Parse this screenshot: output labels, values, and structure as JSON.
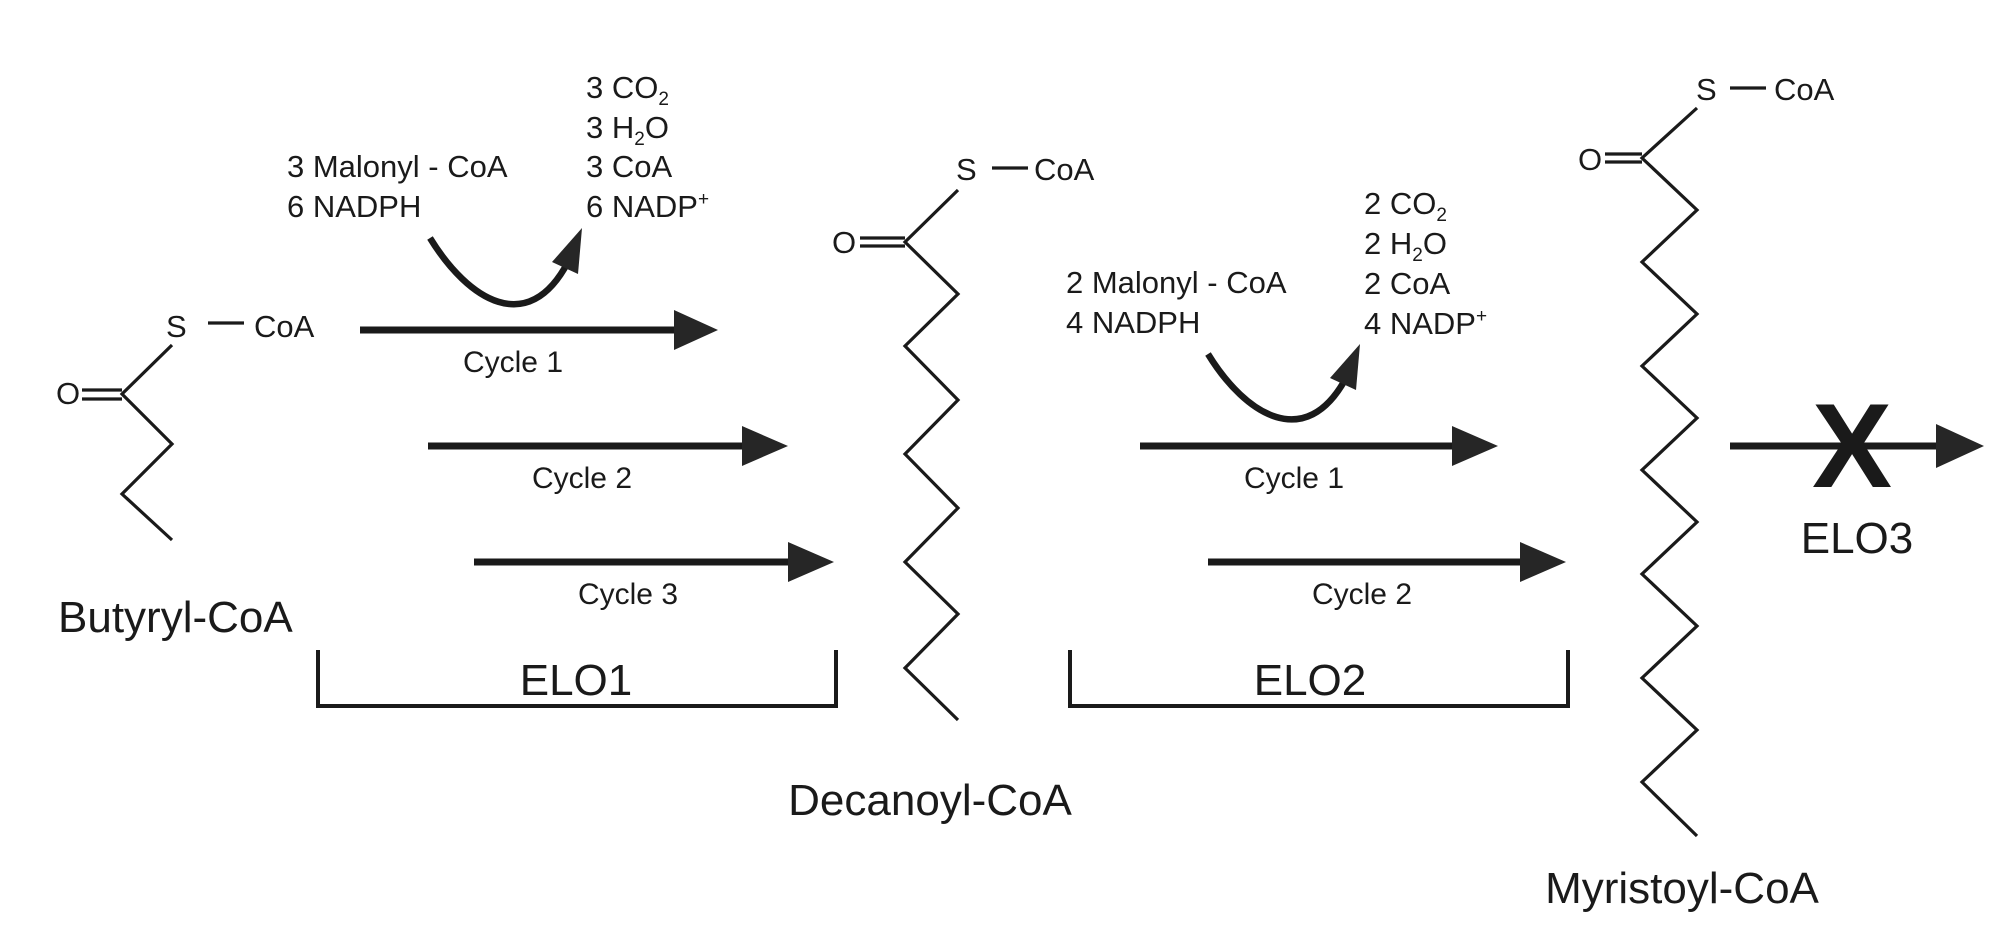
{
  "colors": {
    "ink": "#1a1a1a",
    "arrow": "#262626",
    "background": "#ffffff"
  },
  "molecules": {
    "butyryl": {
      "name": "Butyryl-CoA",
      "s": "S",
      "coa": "CoA",
      "o": "O"
    },
    "decanoyl": {
      "name": "Decanoyl-CoA",
      "s": "S",
      "coa": "CoA",
      "o": "O"
    },
    "myristoyl": {
      "name": "Myristoyl-CoA",
      "s": "S",
      "coa": "CoA",
      "o": "O"
    }
  },
  "elo1": {
    "label": "ELO1",
    "inputs": [
      "3 Malonyl - CoA",
      "6 NADPH"
    ],
    "outputs": [
      {
        "num": "3 CO",
        "sub": "2",
        "sup": "",
        "rest": ""
      },
      {
        "num": "3 H",
        "sub": "2",
        "sup": "",
        "rest": "O"
      },
      {
        "num": "3 CoA",
        "sub": "",
        "sup": "",
        "rest": ""
      },
      {
        "num": "6 NADP",
        "sub": "",
        "sup": "+",
        "rest": ""
      }
    ],
    "cycles": [
      "Cycle 1",
      "Cycle 2",
      "Cycle 3"
    ]
  },
  "elo2": {
    "label": "ELO2",
    "inputs": [
      "2 Malonyl - CoA",
      "4 NADPH"
    ],
    "outputs": [
      {
        "num": "2 CO",
        "sub": "2",
        "sup": "",
        "rest": ""
      },
      {
        "num": "2 H",
        "sub": "2",
        "sup": "",
        "rest": "O"
      },
      {
        "num": "2 CoA",
        "sub": "",
        "sup": "",
        "rest": ""
      },
      {
        "num": "4 NADP",
        "sub": "",
        "sup": "+",
        "rest": ""
      }
    ],
    "cycles": [
      "Cycle 1",
      "Cycle 2"
    ]
  },
  "elo3": {
    "label": "ELO3",
    "block_mark": "X"
  }
}
